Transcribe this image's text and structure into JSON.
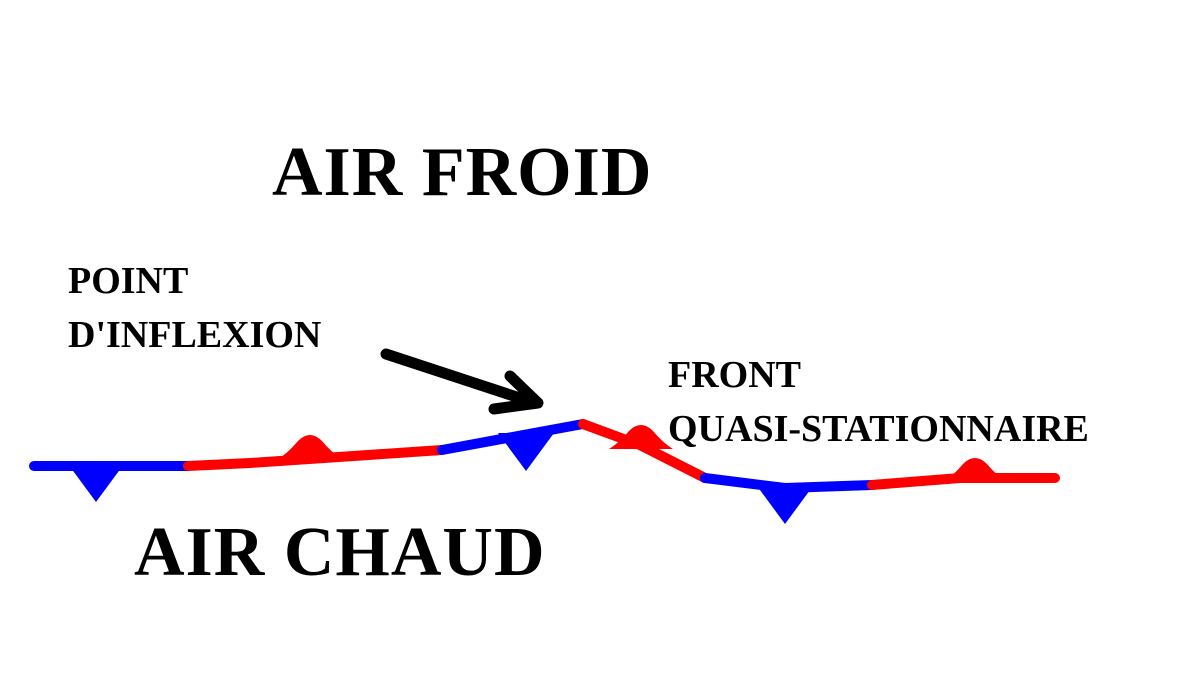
{
  "labels": {
    "cold_air": "AIR FROID",
    "warm_air": "AIR CHAUD",
    "inflection_line1": "POINT",
    "inflection_line2": "D'INFLEXION",
    "front_line1": "FRONT",
    "front_line2": "QUASI-STATIONNAIRE"
  },
  "colors": {
    "cold_front": "#0000ff",
    "warm_front": "#ff0000",
    "text": "#000000",
    "arrow": "#000000"
  },
  "front_segments": [
    {
      "type": "cold",
      "symbol": "triangle"
    },
    {
      "type": "warm",
      "symbol": "semicircle"
    },
    {
      "type": "cold",
      "symbol": "triangle"
    },
    {
      "type": "warm",
      "symbol": "semicircle"
    },
    {
      "type": "cold",
      "symbol": "triangle"
    },
    {
      "type": "warm",
      "symbol": "semicircle"
    }
  ]
}
